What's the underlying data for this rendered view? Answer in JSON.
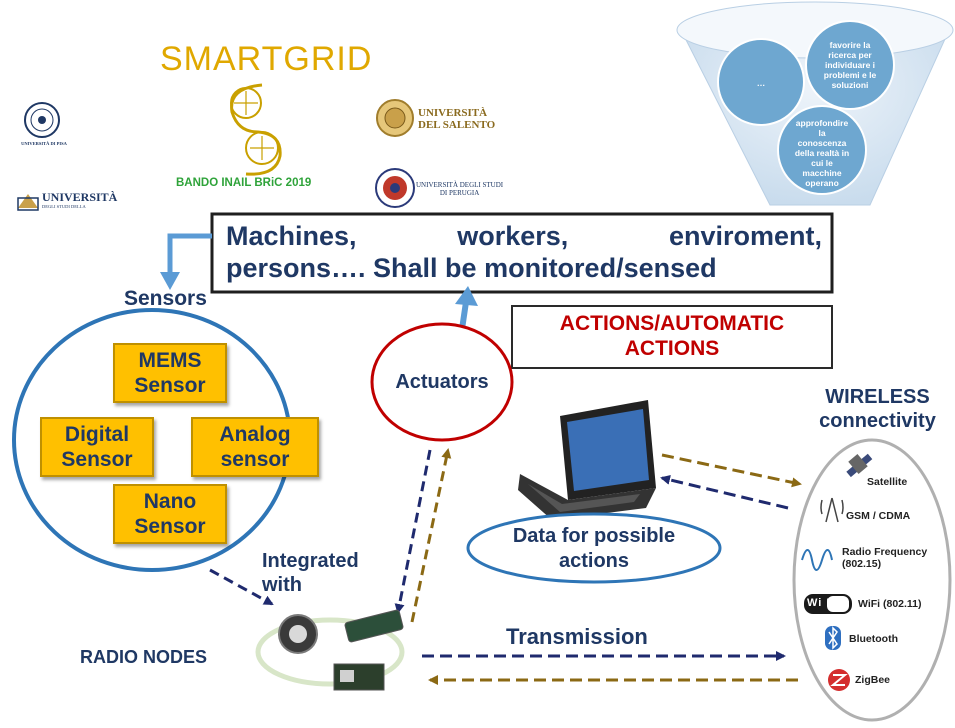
{
  "logos": {
    "pisa": "UNIVERSITÀ DI PISA",
    "smartgrid": "SMARTGRID",
    "bando": "BANDO INAIL BRiC 2019",
    "salento_line1": "UNIVERSITÀ",
    "salento_line2": "DEL SALENTO",
    "perugia_line1": "UNIVERSITÀ DEGLI STUDI",
    "perugia_line2": "DI PERUGIA",
    "roma_line1": "UNIVERSITÀ",
    "roma_line2": "DEGLI STUDI DELLA"
  },
  "funnel": {
    "bubble1": "…",
    "bubble2": "favorire la ricerca per individuare i problemi e le soluzioni",
    "bubble3": "approfondire la conoscenza della realtà in cui le macchine operano"
  },
  "headline": {
    "line1_a": "Machines,",
    "line1_b": "workers,",
    "line1_c": "enviroment,",
    "line2": "persons…. Shall be monitored/sensed"
  },
  "actions_box": {
    "line1": "ACTIONS/AUTOMATIC",
    "line2": "ACTIONS"
  },
  "sensors": {
    "title": "Sensors",
    "items": [
      {
        "line1": "MEMS",
        "line2": "Sensor"
      },
      {
        "line1": "Digital",
        "line2": "Sensor"
      },
      {
        "line1": "Analog",
        "line2": "sensor"
      },
      {
        "line1": "Nano",
        "line2": "Sensor"
      }
    ]
  },
  "actuators": "Actuators",
  "integrated": {
    "line1": "Integrated",
    "line2": "with"
  },
  "radio_nodes": "RADIO NODES",
  "transmission": "Transmission",
  "data_box": {
    "line1": "Data for possible",
    "line2": "actions"
  },
  "wireless": {
    "title_line1": "WIRELESS",
    "title_line2": "connectivity",
    "items": [
      "Satellite",
      "GSM / CDMA",
      "Radio Frequency (802.15)",
      "WiFi (802.11)",
      "Bluetooth",
      "ZigBee"
    ],
    "wifi_logo": "Wi Fi"
  },
  "colors": {
    "navy": "#1f3864",
    "blue_arrow": "#5b9bd5",
    "red": "#c00000",
    "gold": "#ffc000",
    "olive_arrow": "#8b6914",
    "dash_navy": "#1f2a6e",
    "bubble": "#6ea7d0"
  }
}
